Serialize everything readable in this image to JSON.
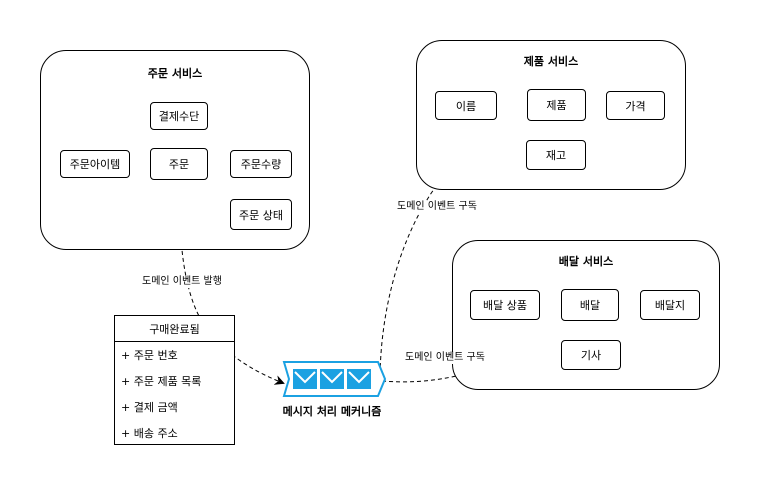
{
  "order_service": {
    "title": "주문 서비스",
    "nodes": {
      "payment_method": "결제수단",
      "order": "주문",
      "order_item": "주문아이템",
      "order_quantity": "주문수량",
      "order_status": "주문 상태"
    }
  },
  "product_service": {
    "title": "제품 서비스",
    "nodes": {
      "name": "이름",
      "product": "제품",
      "price": "가격",
      "stock": "재고"
    }
  },
  "delivery_service": {
    "title": "배달 서비스",
    "nodes": {
      "delivery_product": "배달 상품",
      "delivery": "배달",
      "delivery_address": "배달지",
      "driver": "기사"
    }
  },
  "event": {
    "name": "구매완료됨",
    "attributes": [
      "+ 주문 번호",
      "+ 주문 제품 목록",
      "+ 결제 금액",
      "+ 배송 주소"
    ]
  },
  "queue": {
    "label": "메시지 처리 메커니즘",
    "icon": "envelope-icon",
    "color": "#1ba1e2"
  },
  "edges": {
    "publish_label": "도메인 이벤트 발행",
    "subscribe_product_label": "도메인 이벤트 구독",
    "subscribe_delivery_label": "도메인 이벤트 구독"
  }
}
